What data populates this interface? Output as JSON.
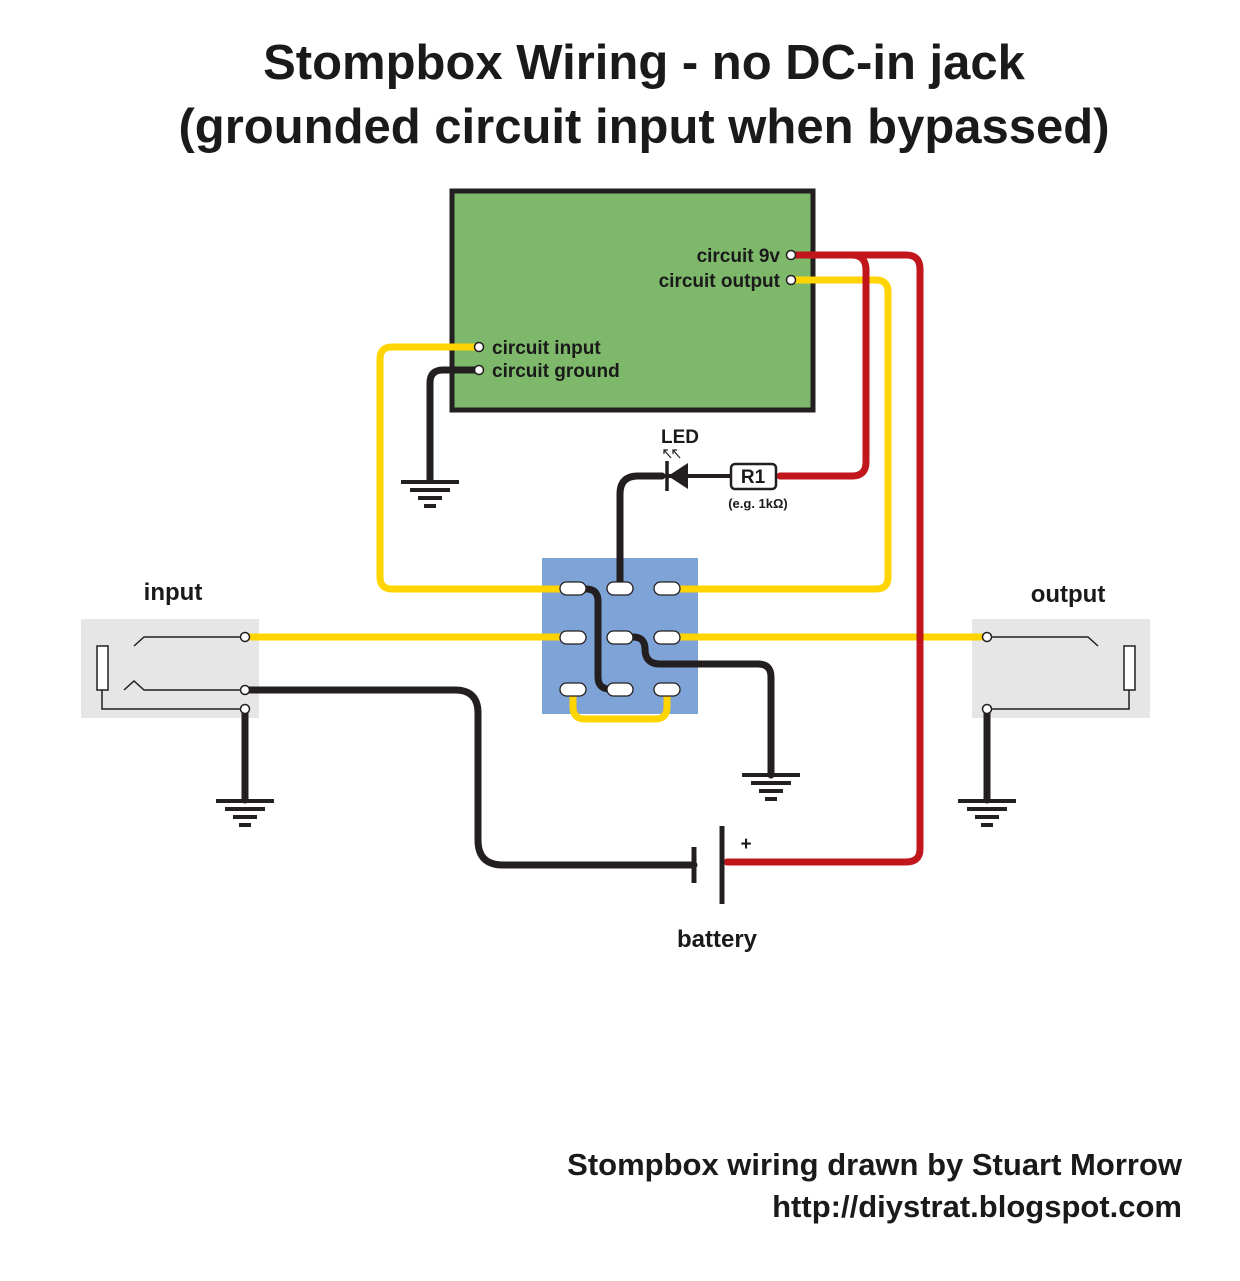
{
  "title": {
    "line1": "Stompbox Wiring - no DC-in jack",
    "line2": "(grounded circuit input when bypassed)"
  },
  "circuit": {
    "pad_9v": "circuit 9v",
    "pad_output": "circuit output",
    "pad_input": "circuit input",
    "pad_ground": "circuit ground"
  },
  "components": {
    "led": "LED",
    "resistor": "R1",
    "resistor_value": "(e.g. 1kΩ)",
    "battery": "battery",
    "battery_plus": "+"
  },
  "jacks": {
    "input": "input",
    "output": "output"
  },
  "credit": {
    "line1": "Stompbox wiring drawn by Stuart Morrow",
    "line2": "http://diystrat.blogspot.com"
  },
  "colors": {
    "signal_wire": "#FFD400",
    "power_wire": "#C0161C",
    "ground_wire": "#231F20",
    "circuit_board": "#7DB86B",
    "footswitch": "#7EA3D6",
    "jack_body": "#E6E6E6"
  }
}
